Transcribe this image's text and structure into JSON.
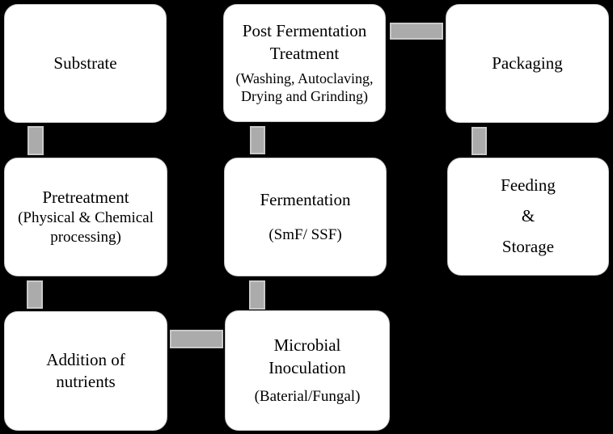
{
  "diagram": {
    "background_color": "#000000",
    "box_fill_color": "#ffffff",
    "connector_fill_color": "#ababab",
    "connector_border_color": "#c9c9c9",
    "boxes": {
      "substrate": {
        "title": "Substrate"
      },
      "post_fermentation": {
        "title": "Post Fermentation\nTreatment",
        "subtitle": "(Washing, Autoclaving,\nDrying and Grinding)"
      },
      "packaging": {
        "title": "Packaging"
      },
      "pretreatment": {
        "title": "Pretreatment",
        "subtitle": "(Physical & Chemical\nprocessing)"
      },
      "fermentation": {
        "title": "Fermentation",
        "subtitle": "(SmF/ SSF)"
      },
      "feeding_storage": {
        "title": "Feeding\n&\nStorage"
      },
      "addition_of_nutrients": {
        "title": "Addition of\nnutrients"
      },
      "microbial_inoculation": {
        "title": "Microbial\nInoculation",
        "subtitle": "(Baterial/Fungal)"
      }
    }
  }
}
